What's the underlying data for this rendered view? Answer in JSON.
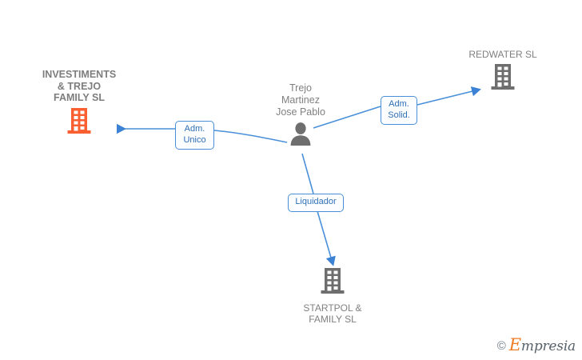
{
  "diagram": {
    "title": "Corporate relations graph",
    "background_color": "#ffffff",
    "edge_color": "#4a90d9",
    "company_gray": "#6e6e6e",
    "company_orange": "#fa5f32",
    "person_gray": "#6e6e6e",
    "caption_color": "#808080",
    "label_text_color": "#2f6fb5",
    "label_border_color": "#4a90d9"
  },
  "nodes": {
    "investiments": {
      "caption": "INVESTIMENTS\n& TREJO\nFAMILY SL",
      "icon": "building-icon",
      "icon_color": "#fa5f32"
    },
    "person": {
      "caption": "Trejo\nMartinez\nJose Pablo",
      "icon": "person-icon",
      "icon_color": "#6e6e6e"
    },
    "redwater": {
      "caption": "REDWATER SL",
      "icon": "building-icon",
      "icon_color": "#6e6e6e"
    },
    "startpol": {
      "caption": "STARTPOL &\nFAMILY SL",
      "icon": "building-icon",
      "icon_color": "#6e6e6e"
    }
  },
  "edges": [
    {
      "id": "edge-adm-unico",
      "label": "Adm.\nUnico",
      "from": "person",
      "to": "investiments"
    },
    {
      "id": "edge-adm-solid",
      "label": "Adm.\nSolid.",
      "from": "person",
      "to": "redwater"
    },
    {
      "id": "edge-liquidador",
      "label": "Liquidador",
      "from": "person",
      "to": "startpol"
    }
  ],
  "watermark": {
    "copyright": "©",
    "brand_initial": "E",
    "brand_rest": "mpresia"
  }
}
